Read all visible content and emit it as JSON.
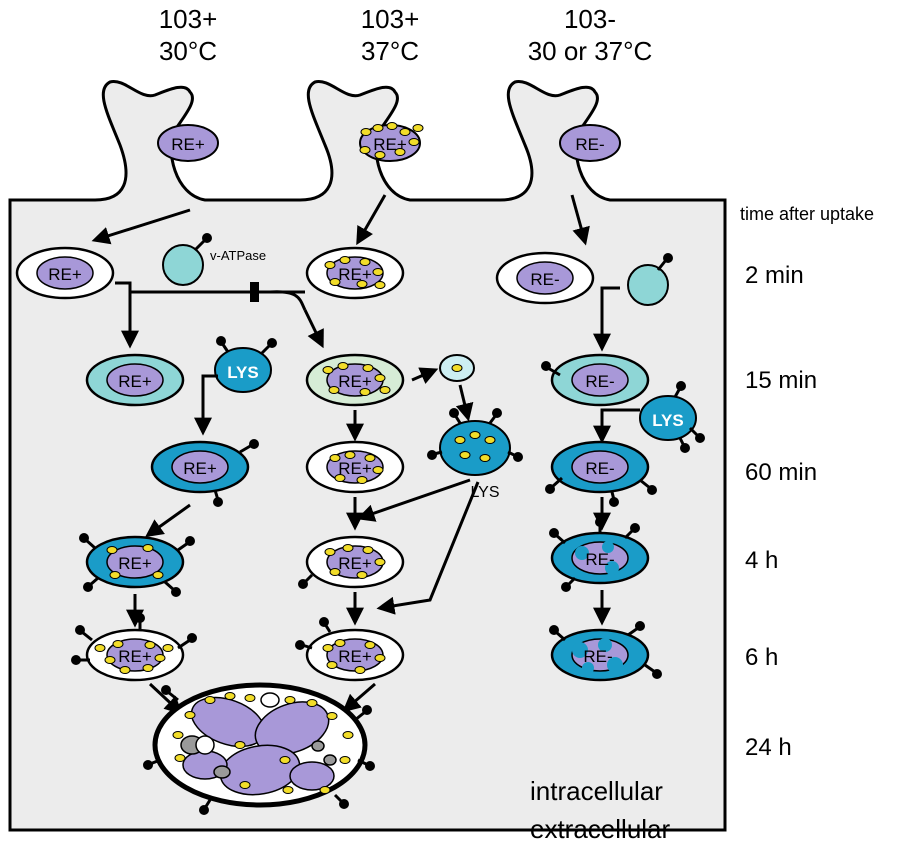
{
  "columns": [
    {
      "line1": "103+",
      "line2": "30°C"
    },
    {
      "line1": "103+",
      "line2": "37°C"
    },
    {
      "line1": "103-",
      "line2": "30 or 37°C"
    }
  ],
  "time_header": "time after uptake",
  "times": [
    "2 min",
    "15 min",
    "60 min",
    "4 h",
    "6 h",
    "24 h"
  ],
  "labels": {
    "re_plus": "RE+",
    "re_minus": "RE-",
    "lys": "LYS",
    "vatpase": "v-ATPase",
    "intracellular": "intracellular",
    "extracellular": "extracellular"
  },
  "colors": {
    "cell_fill": "#ececec",
    "re_fill": "#a898d8",
    "lys_fill": "#1a9cc8",
    "early_fill": "#8ed6d6",
    "yellow_granule": "#f2dd2a",
    "ink": "#000000"
  }
}
